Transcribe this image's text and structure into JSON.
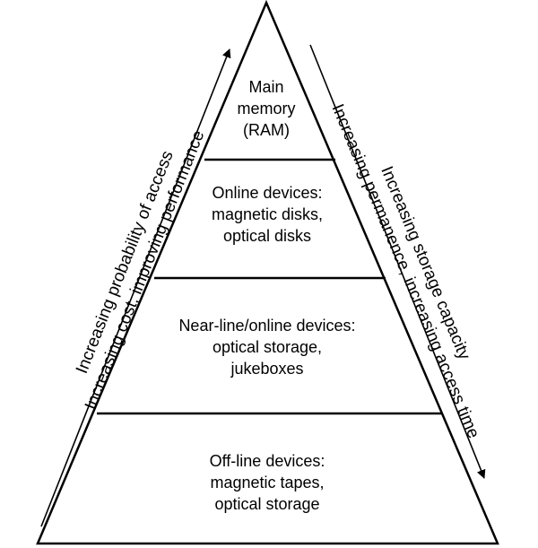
{
  "colors": {
    "line": "#000000",
    "background": "#ffffff",
    "text": "#000000"
  },
  "tiers": [
    {
      "lines": [
        "Main",
        "memory",
        "(RAM)"
      ]
    },
    {
      "lines": [
        "Online devices:",
        "magnetic disks,",
        "optical disks"
      ]
    },
    {
      "lines": [
        "Near-line/online devices:",
        "optical storage,",
        "jukeboxes"
      ]
    },
    {
      "lines": [
        "Off-line devices:",
        "magnetic tapes,",
        "optical storage"
      ]
    }
  ],
  "left_side": {
    "arrow_direction": "up",
    "lines": [
      "Increasing probability of access",
      "Increasing cost, improving performance"
    ]
  },
  "right_side": {
    "arrow_direction": "down",
    "lines": [
      "Increasing storage capacity",
      "Increasing permanence, increasing access time"
    ]
  }
}
